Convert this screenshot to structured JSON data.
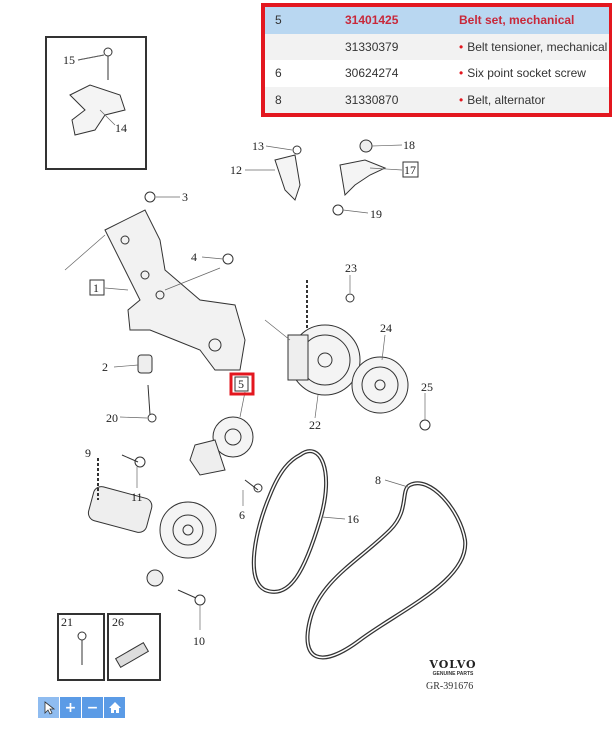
{
  "parts_table": {
    "rows": [
      {
        "position": "5",
        "part_number": "31401425",
        "description": "Belt set, mechanical",
        "selected": true
      },
      {
        "position": "",
        "part_number": "31330379",
        "description": "Belt tensioner, mechanical",
        "bullet": "•"
      },
      {
        "position": "6",
        "part_number": "30624274",
        "description": "Six point socket screw",
        "bullet": "•"
      },
      {
        "position": "8",
        "part_number": "31330870",
        "description": "Belt, alternator",
        "bullet": "•"
      }
    ],
    "highlight_color": "#e3171f"
  },
  "callouts": {
    "c1": "1",
    "c2": "2",
    "c3": "3",
    "c4": "4",
    "c5": "5",
    "c6": "6",
    "c8": "8",
    "c9": "9",
    "c10": "10",
    "c11": "11",
    "c12": "12",
    "c13": "13",
    "c14": "14",
    "c15": "15",
    "c16": "16",
    "c17": "17",
    "c18": "18",
    "c19": "19",
    "c20": "20",
    "c21": "21",
    "c22": "22",
    "c23": "23",
    "c24": "24",
    "c25": "25",
    "c26": "26"
  },
  "logo": {
    "brand": "VOLVO",
    "subtitle": "GENUINE PARTS"
  },
  "diagram_ref": "GR-391676",
  "toolbar": {
    "select_icon": "cursor-icon",
    "zoom_in_icon": "plus-icon",
    "zoom_out_icon": "minus-icon",
    "home_icon": "home-icon"
  }
}
